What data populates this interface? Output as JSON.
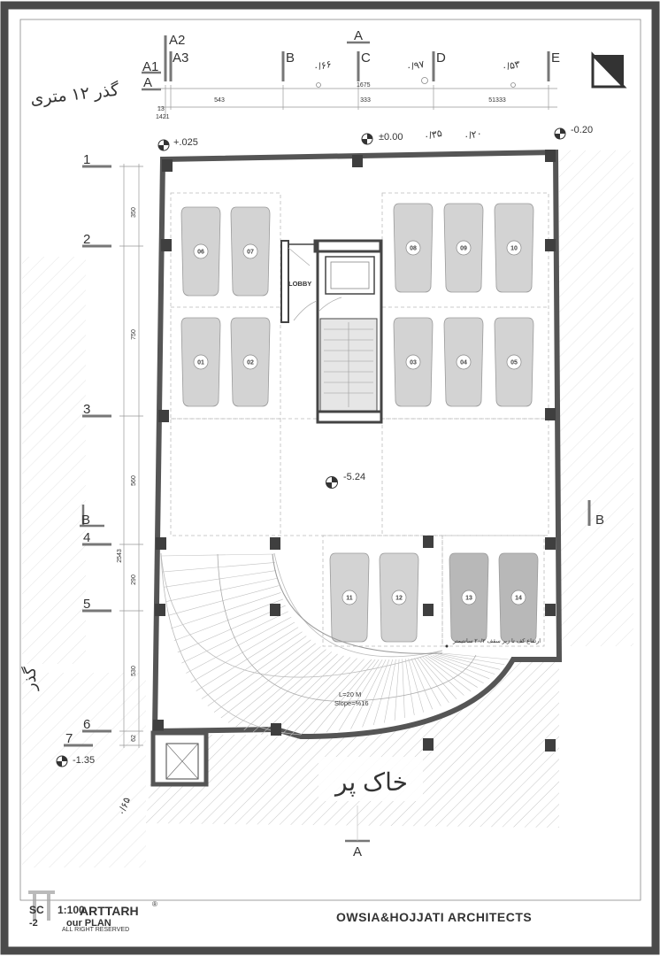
{
  "grid_columns": [
    {
      "label": "A1"
    },
    {
      "label": "A2"
    },
    {
      "label": "A3"
    },
    {
      "label": "B"
    },
    {
      "label": "C"
    },
    {
      "label": "D"
    },
    {
      "label": "E"
    }
  ],
  "grid_rows": [
    {
      "label": "1"
    },
    {
      "label": "2"
    },
    {
      "label": "3"
    },
    {
      "label": "4"
    },
    {
      "label": "5"
    },
    {
      "label": "6"
    },
    {
      "label": "7"
    }
  ],
  "section_labels": {
    "a_top": "A",
    "a_bottom": "A",
    "a_left": "A",
    "b_left": "B",
    "b_right": "B"
  },
  "top_dimensions": {
    "d1": "543",
    "d2": "333",
    "d3": "51333",
    "d_small_a": "13",
    "d_small_b": "1421",
    "d_c": "1675"
  },
  "left_dimensions": {
    "d1": "350",
    "d2": "750",
    "d3": "560",
    "d4": "290",
    "d5": "530",
    "d6": "62",
    "total": "2543"
  },
  "persian_notes": {
    "top_left_street": "گذر ۱۲ متری",
    "left_street": "گذر",
    "fill": "خاک پر",
    "ramp_note": "ارتفاع کف تا زیر سقف ۲۰/۲ سانتیمتر",
    "n066": "۰/۶۶",
    "n097": "۰/۹۷",
    "n053": "۰/۵۳",
    "n035": "۰/۳۵",
    "n020": "۰/۲۰",
    "n065": "۰/۶۵"
  },
  "levels": {
    "top_left": "+.025",
    "top_center": "±0.00",
    "top_right": "-0.20",
    "center": "-5.24",
    "bottom_left": "-1.35"
  },
  "lobby_label": "LOBBY",
  "parking_spaces": [
    "06",
    "07",
    "08",
    "09",
    "10",
    "01",
    "02",
    "03",
    "04",
    "05",
    "11",
    "12",
    "13",
    "14"
  ],
  "ramp": {
    "length": "L=20 M",
    "slope": "Slope=%16"
  },
  "title_block": {
    "scale_prefix": "SC",
    "scale": "1:100",
    "plan_prefix": "-2",
    "plan_name": "our PLAN",
    "watermark": "ARTTARH",
    "rights": "ALL RIGHT RESERVED",
    "reg": "®",
    "firm": "OWSIA&HOJJATI ARCHITECTS"
  },
  "colors": {
    "wall": "#555555",
    "column": "#3f3f3f",
    "car": "#d3d3d3",
    "car_dark": "#b8b8b8",
    "hatch": "#c8c8c8",
    "frame": "#4a4a4a"
  }
}
